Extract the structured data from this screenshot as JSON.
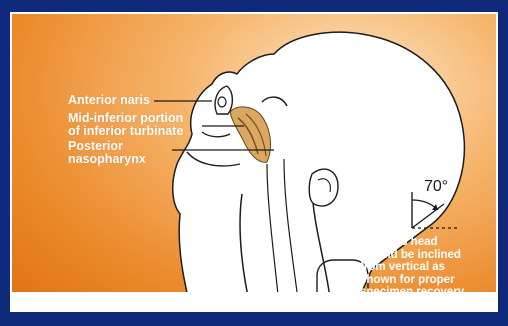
{
  "labels": {
    "anterior_naris": "Anterior naris",
    "mid_inferior": "Mid-inferior portion\nof inferior turbinate",
    "posterior_nasopharynx": "Posterior\nnasopharynx"
  },
  "angle": "70°",
  "note": "Patient's head\nshould be inclined\nfrom vertical as\nshown for proper\nspecimen recovery",
  "colors": {
    "frame": "#0f2a7a",
    "background_orange": "#ec8c2f",
    "background_light": "#fde7c7",
    "turbinate": "#d9a45a"
  }
}
